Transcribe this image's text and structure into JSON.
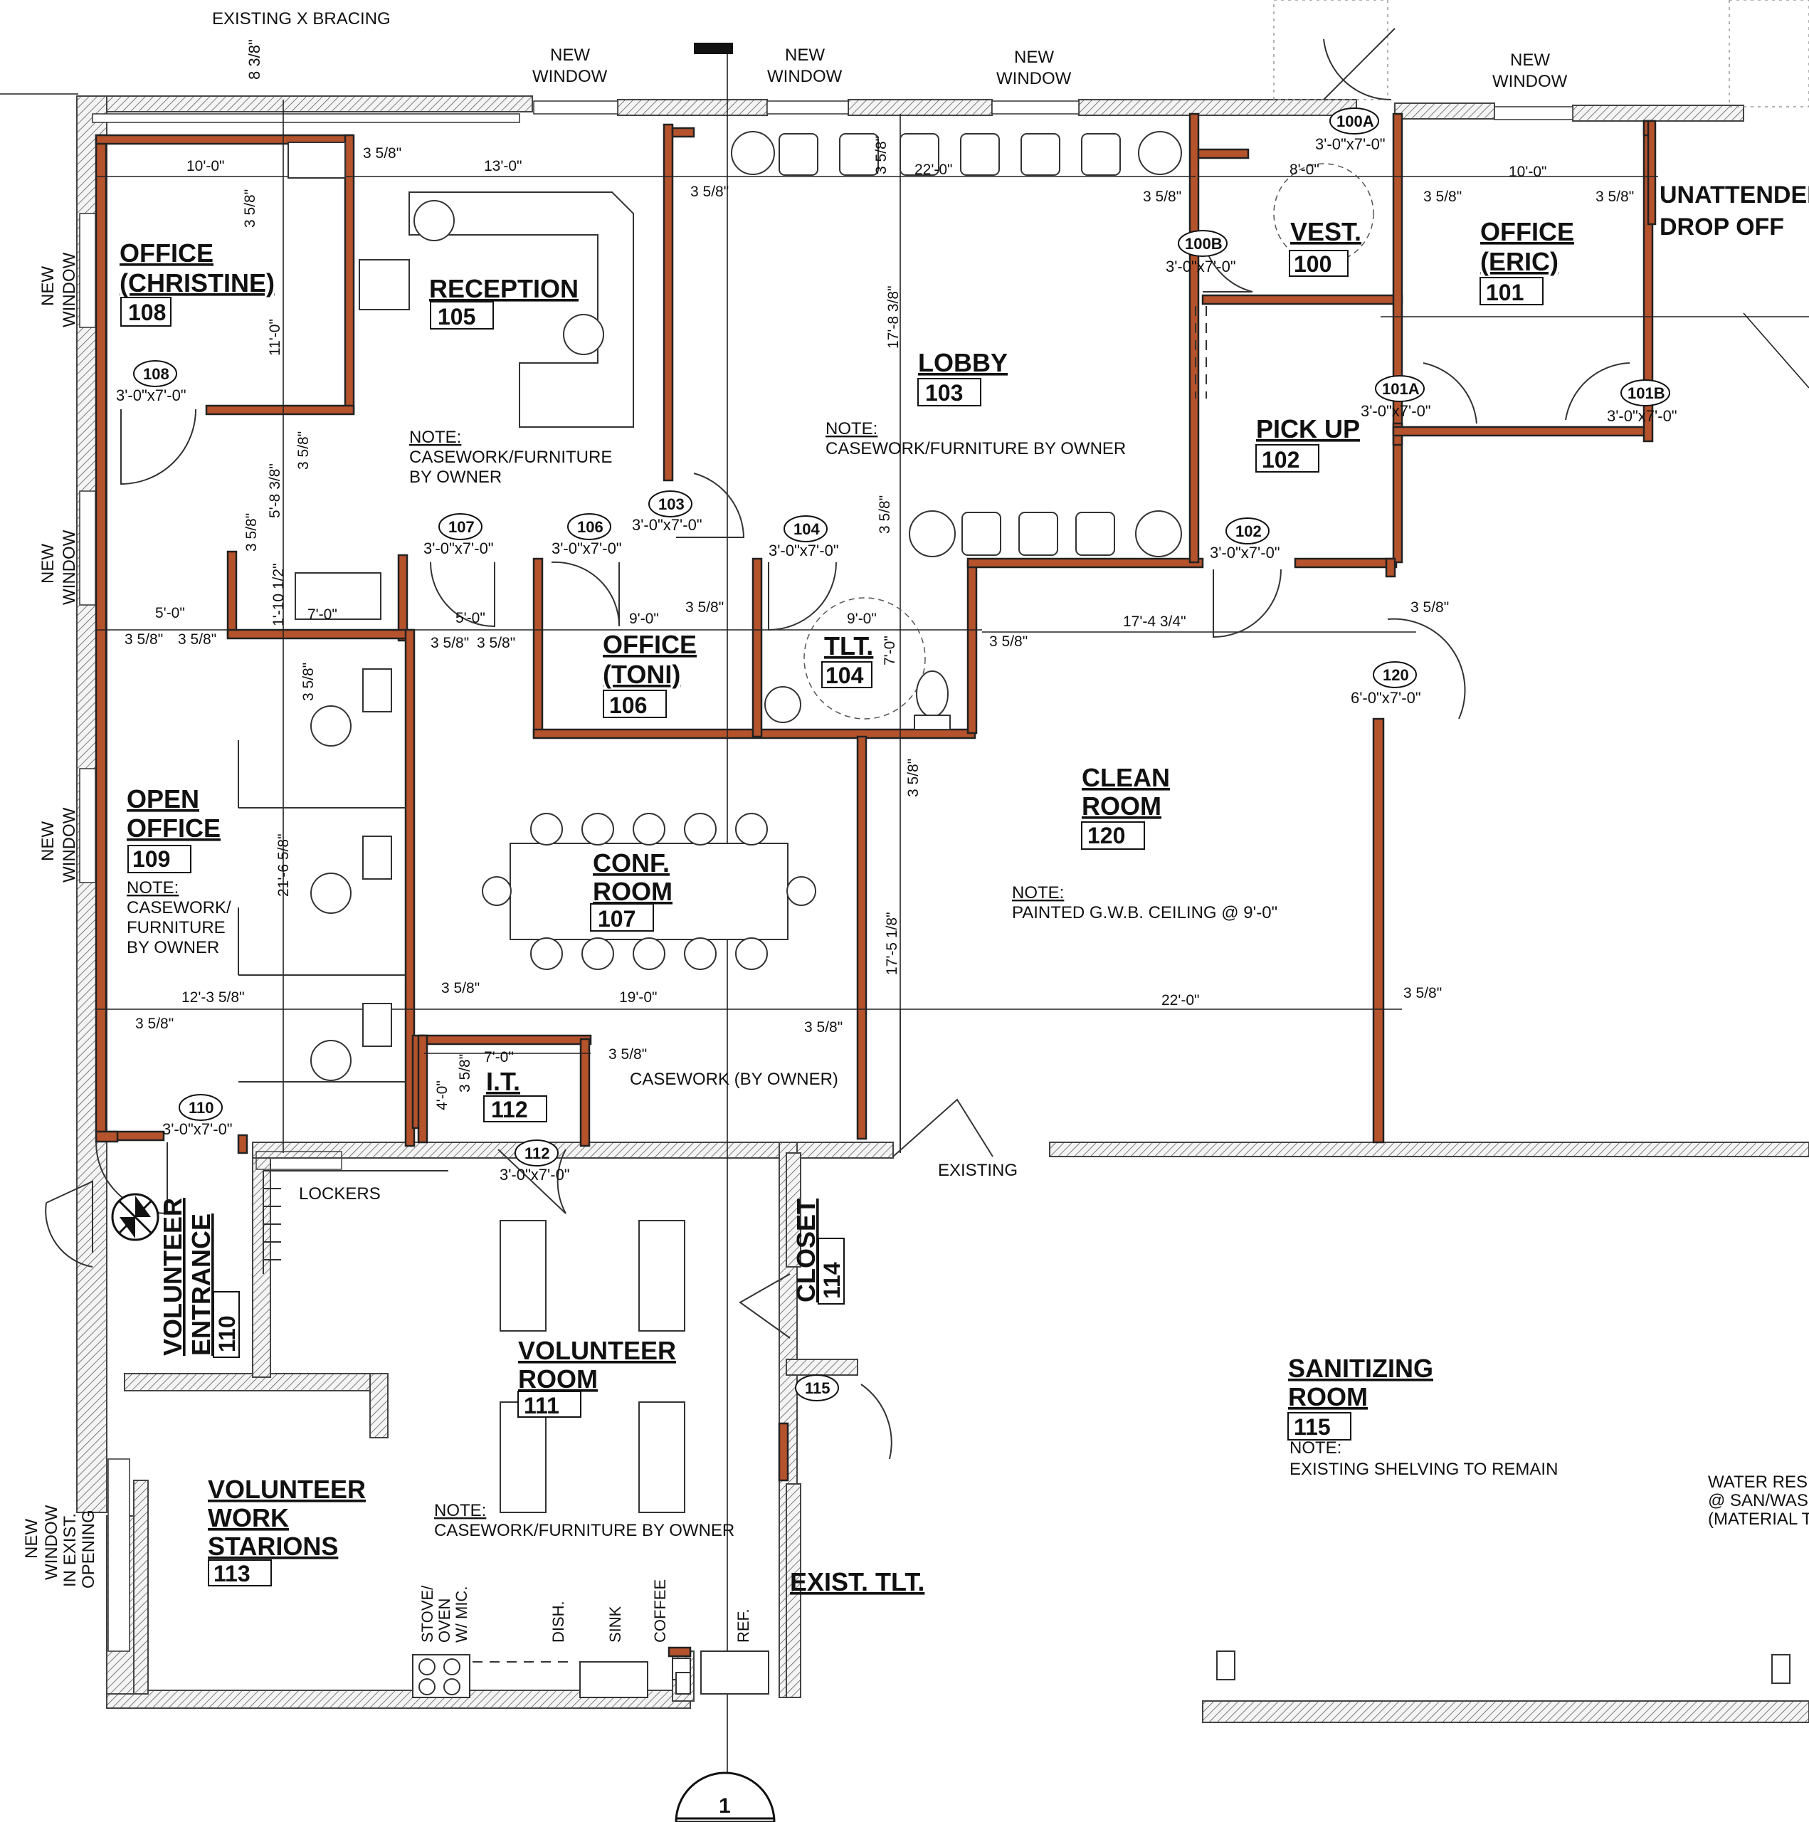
{
  "header_notes": {
    "bracing": "EXISTING X BRACING",
    "bracing_dim": "8 3/8\"",
    "unattended": "UNATTENDED",
    "dropoff": "DROP OFF"
  },
  "windows": {
    "new_window_line1": "NEW",
    "new_window_line2": "WINDOW",
    "new_window_side": "NEW\nWINDOW",
    "exist_opening_l1": "NEW",
    "exist_opening_l2": "WINDOW",
    "exist_opening_l3": "IN EXIST.",
    "exist_opening_l4": "OPENING"
  },
  "rooms": [
    {
      "id": "r108",
      "name_l1": "OFFICE",
      "name_l2": "(CHRISTINE)",
      "num": "108"
    },
    {
      "id": "r105",
      "name_l1": "RECEPTION",
      "name_l2": "",
      "num": "105"
    },
    {
      "id": "r103",
      "name_l1": "LOBBY",
      "name_l2": "",
      "num": "103"
    },
    {
      "id": "r100",
      "name_l1": "VEST.",
      "name_l2": "",
      "num": "100"
    },
    {
      "id": "r101",
      "name_l1": "OFFICE",
      "name_l2": "(ERIC)",
      "num": "101"
    },
    {
      "id": "r102",
      "name_l1": "PICK UP",
      "name_l2": "",
      "num": "102"
    },
    {
      "id": "r106",
      "name_l1": "OFFICE",
      "name_l2": "(TONI)",
      "num": "106"
    },
    {
      "id": "r104",
      "name_l1": "TLT.",
      "name_l2": "",
      "num": "104"
    },
    {
      "id": "r120",
      "name_l1": "CLEAN",
      "name_l2": "ROOM",
      "num": "120"
    },
    {
      "id": "r109",
      "name_l1": "OPEN",
      "name_l2": "OFFICE",
      "num": "109"
    },
    {
      "id": "r107",
      "name_l1": "CONF.",
      "name_l2": "ROOM",
      "num": "107"
    },
    {
      "id": "r112",
      "name_l1": "I.T.",
      "name_l2": "",
      "num": "112"
    },
    {
      "id": "r111",
      "name_l1": "VOLUNTEER",
      "name_l2": "ROOM",
      "num": "111"
    },
    {
      "id": "r114",
      "name_l1": "CLOSET",
      "name_l2": "",
      "num": "114"
    },
    {
      "id": "r110",
      "name_l1": "VOLUNTEER",
      "name_l2": "ENTRANCE",
      "num": "110"
    },
    {
      "id": "r115",
      "name_l1": "SANITIZING",
      "name_l2": "ROOM",
      "num": "115"
    },
    {
      "id": "r113",
      "name_l1": "VOLUNTEER",
      "name_l2": "WORK",
      "name_l3": "STARIONS",
      "num": "113"
    },
    {
      "id": "rexist",
      "name_l1": "EXIST. TLT.",
      "name_l2": "",
      "num": ""
    }
  ],
  "notes": {
    "note_label": "NOTE:",
    "casework_furn": "CASEWORK/FURNITURE",
    "by_owner": "BY OWNER",
    "casework_furn_owner": "CASEWORK/FURNITURE BY OWNER",
    "casework_slash": "CASEWORK/",
    "furniture": "FURNITURE",
    "painted_ceiling": "PAINTED G.W.B. CEILING @ 9'-0\"",
    "shelving": "EXISTING SHELVING TO REMAIN",
    "casework_by_owner": "CASEWORK (BY OWNER)",
    "existing": "EXISTING",
    "lockers": "LOCKERS",
    "water_l1": "WATER RES",
    "water_l2": "@ SAN/WASI",
    "water_l3": "(MATERIAL T"
  },
  "appliances": {
    "stove": "STOVE/",
    "oven": "OVEN",
    "wmic": "W/ MIC.",
    "dish": "DISH.",
    "sink": "SINK",
    "coffee": "COFFEE",
    "ref": "REF."
  },
  "doors": [
    {
      "tag": "108",
      "size": "3'-0\"x7'-0\""
    },
    {
      "tag": "107",
      "size": "3'-0\"x7'-0\""
    },
    {
      "tag": "106",
      "size": "3'-0\"x7'-0\""
    },
    {
      "tag": "103",
      "size": "3'-0\"x7'-0\""
    },
    {
      "tag": "104",
      "size": "3'-0\"x7'-0\""
    },
    {
      "tag": "102",
      "size": "3'-0\"x7'-0\""
    },
    {
      "tag": "100A",
      "size": "3'-0\"x7'-0\""
    },
    {
      "tag": "100B",
      "size": "3'-0\"x7'-0\""
    },
    {
      "tag": "101A",
      "size": "3'-0\"x7'-0\""
    },
    {
      "tag": "101B",
      "size": "3'-0\"x7'-0\""
    },
    {
      "tag": "120",
      "size": "6'-0\"x7'-0\""
    },
    {
      "tag": "110",
      "size": "3'-0\"x7'-0\""
    },
    {
      "tag": "112",
      "size": "3'-0\"x7'-0\""
    },
    {
      "tag": "115",
      "size": ""
    }
  ],
  "dims": {
    "d10_0": "10'-0\"",
    "d13_0": "13'-0\"",
    "d22_0": "22'-0\"",
    "d8_0": "8'-0\"",
    "d10_0b": "10'-0\"",
    "d11_0": "11'-0\"",
    "d17_8_38": "17'-8 3/8\"",
    "d5_8_38": "5'-8 3/8\"",
    "d5_0": "5'-0\"",
    "d5_0b": "5'-0\"",
    "d7_0": "7'-0\"",
    "d9_0": "9'-0\"",
    "d9_0b": "9'-0\"",
    "d7_0v": "7'-0\"",
    "d17_4_34": "17'-4 3/4\"",
    "d1_10_12": "1'-10 1/2\"",
    "d21_6_58": "21'-6 5/8\"",
    "d12_3_58": "12'-3 5/8\"",
    "d19_0": "19'-0\"",
    "d22_0b": "22'-0\"",
    "d17_5_18": "17'-5 1/8\"",
    "d7_0b": "7'-0\"",
    "d4_0": "4'-0\"",
    "d358": "3 5/8\""
  },
  "section_marker": "1"
}
